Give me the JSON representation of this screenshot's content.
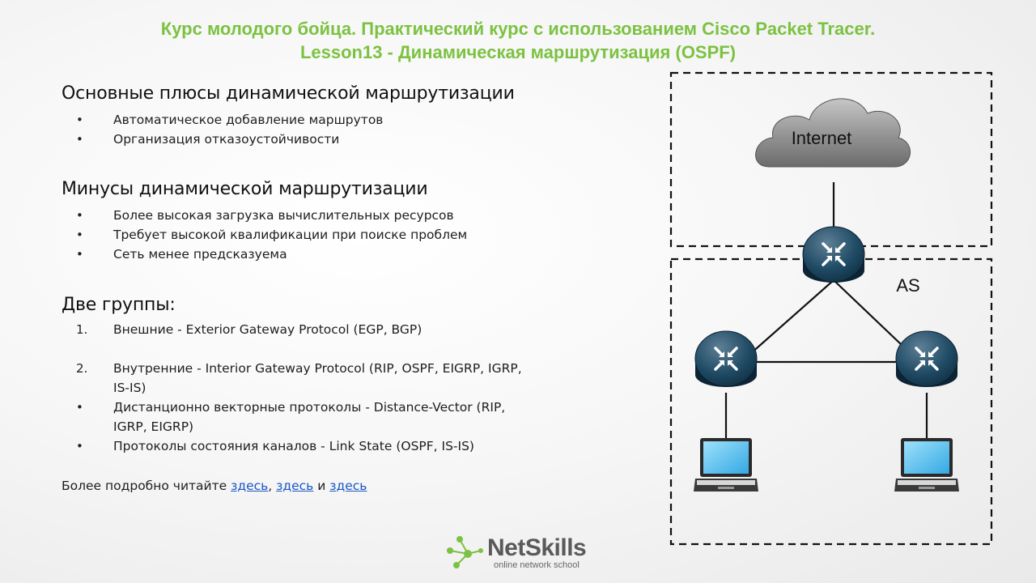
{
  "title": {
    "line1": "Курс молодого бойца. Практический курс с использованием Cisco Packet Tracer.",
    "line2": "Lesson13 - Динамическая маршрутизация (OSPF)"
  },
  "pros": {
    "heading": "Основные плюсы динамической маршрутизации",
    "items": [
      "Автоматическое добавление маршрутов",
      "Организация отказоустойчивости"
    ]
  },
  "cons": {
    "heading": "Минусы динамической маршрутизации",
    "items": [
      "Более высокая загрузка вычислительных ресурсов",
      "Требует высокой квалификации при поиске проблем",
      "Сеть менее предсказуема"
    ]
  },
  "groups": {
    "heading": "Две группы:",
    "numbered": [
      {
        "num": "1.",
        "text": "Внешние - Exterior Gateway Protocol (EGP, BGP)"
      },
      {
        "num": "2.",
        "line1": "Внутренние - Interior Gateway Protocol (RIP, OSPF, EIGRP, IGRP,",
        "line2": "IS-IS)"
      }
    ],
    "bullets": [
      {
        "line1": "Дистанционно векторные протоколы - Distance-Vector (RIP,",
        "line2": "IGRP,  EIGRP)"
      },
      {
        "line1": "Протоколы состояния каналов - Link State (OSPF, IS-IS)"
      }
    ]
  },
  "more": {
    "text": "Более подробно читайте",
    "link1": "здесь",
    "sep": ",",
    "link2": "здесь",
    "and": "и",
    "link3": "здесь"
  },
  "diagram": {
    "cloud_label": "Internet",
    "as_label": "AS",
    "icons": [
      "cloud-icon",
      "router-icon",
      "laptop-icon"
    ]
  },
  "logo": {
    "name": "NetSkills",
    "tagline": "online network school"
  },
  "colors": {
    "title": "#7cc242",
    "link": "#1a56c8",
    "router": "#123a52",
    "laptop_screen": "#5ec1ee"
  }
}
